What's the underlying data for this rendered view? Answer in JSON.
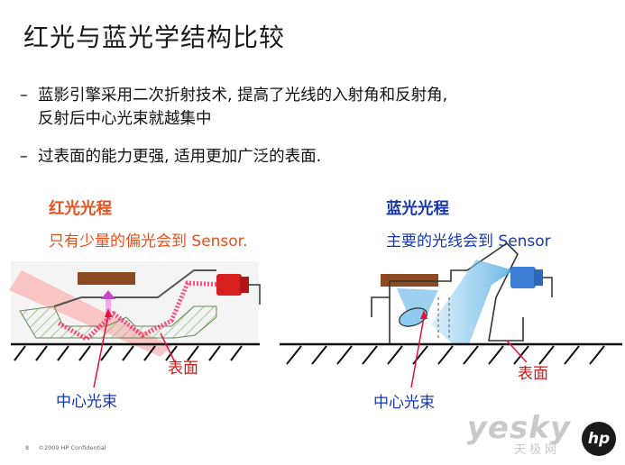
{
  "slide": {
    "title": "红光与蓝光学结构比较",
    "bullets": [
      {
        "line1": "蓝影引擎采用二次折射技术, 提高了光线的入射角和反射角,",
        "line2": "反射后中心光束就越集中"
      },
      {
        "line1": "过表面的能力更强, 适用更加广泛的表面."
      }
    ],
    "dash": "–"
  },
  "red": {
    "title": "红光光程",
    "subtitle": "只有少量的偏光会到 Sensor.",
    "surface_label": "表面",
    "beam_label": "中心光束",
    "title_color": "#e8501c",
    "beam_color": "#ff1a5a"
  },
  "blue": {
    "title": "蓝光光程",
    "subtitle": "主要的光线会到 Sensor",
    "surface_label": "表面",
    "beam_label": "中心光束",
    "title_color": "#1636b4",
    "beam_color": "#4aa8e0"
  },
  "footer": {
    "page": "8",
    "copyright": "©2009 HP Confidential"
  },
  "watermark": {
    "brand": "yesky",
    "sub": "天极网",
    "logo": "hp"
  }
}
